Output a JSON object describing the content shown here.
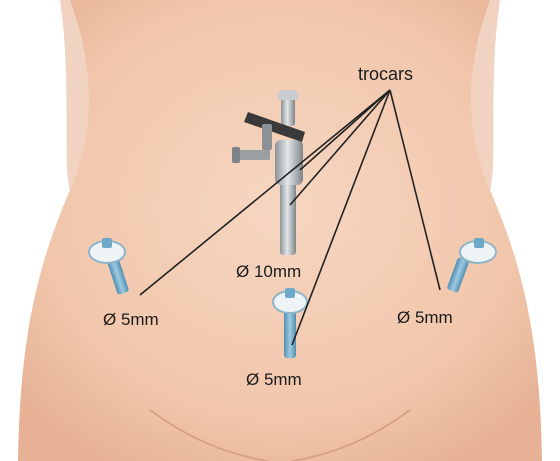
{
  "annotation": {
    "pointer_label": "trocars",
    "diameter_labels": {
      "center": "Ø 10mm",
      "left": "Ø 5mm",
      "right": "Ø 5mm",
      "bottom": "Ø 5mm"
    }
  },
  "colors": {
    "skin": "#f3cdb4",
    "skin_shadow": "#e4ad8f",
    "background": "#ffffff",
    "port_blue": "#6fa9c9",
    "port_cap": "#eef3f6",
    "metal": "#a9aeb3",
    "metal_dark": "#3b3b3b",
    "line": "#222222"
  }
}
